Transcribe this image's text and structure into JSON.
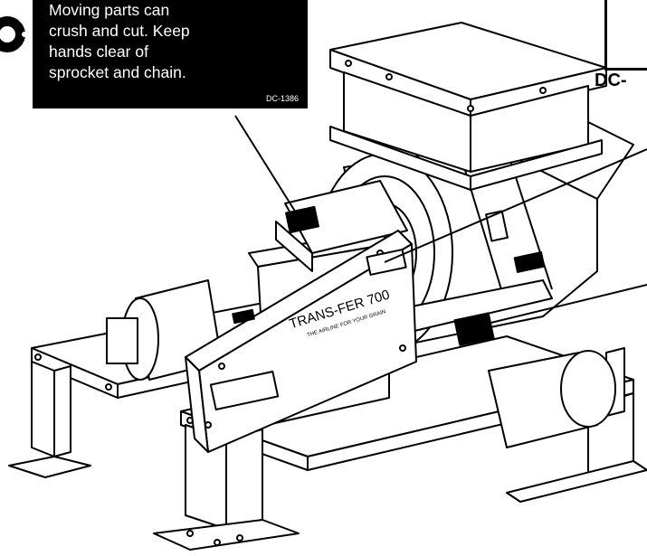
{
  "warning_decal": {
    "lines": [
      "Moving parts can",
      "crush and cut.  Keep",
      "hands clear of",
      "sprocket and chain."
    ],
    "code": "DC-1386"
  },
  "corner_label": {
    "code_prefix": "DC-"
  },
  "machine_decal": {
    "brand": "TRANS-FER 700",
    "tagline": "THE AIRLINE FOR YOUR GRAIN"
  },
  "colors": {
    "ink": "#000000",
    "paper": "#ffffff",
    "decal_bg": "#000000"
  }
}
